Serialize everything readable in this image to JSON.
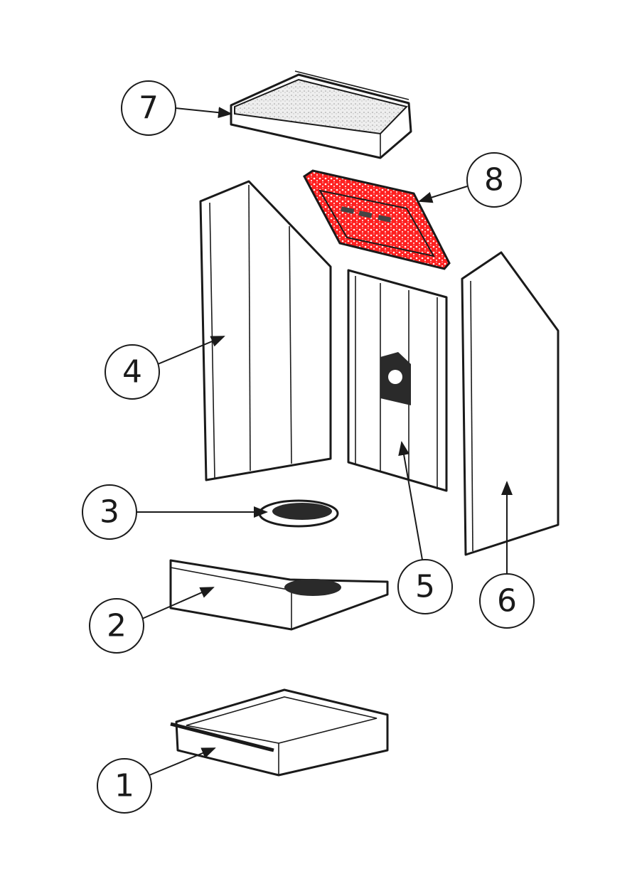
{
  "diagram": {
    "type": "exploded parts diagram",
    "highlight_color": "#ff0000",
    "labels": [
      {
        "id": "1",
        "text": "1"
      },
      {
        "id": "2",
        "text": "2"
      },
      {
        "id": "3",
        "text": "3"
      },
      {
        "id": "4",
        "text": "4"
      },
      {
        "id": "5",
        "text": "5"
      },
      {
        "id": "6",
        "text": "6"
      },
      {
        "id": "7",
        "text": "7"
      },
      {
        "id": "8",
        "text": "8"
      }
    ]
  }
}
